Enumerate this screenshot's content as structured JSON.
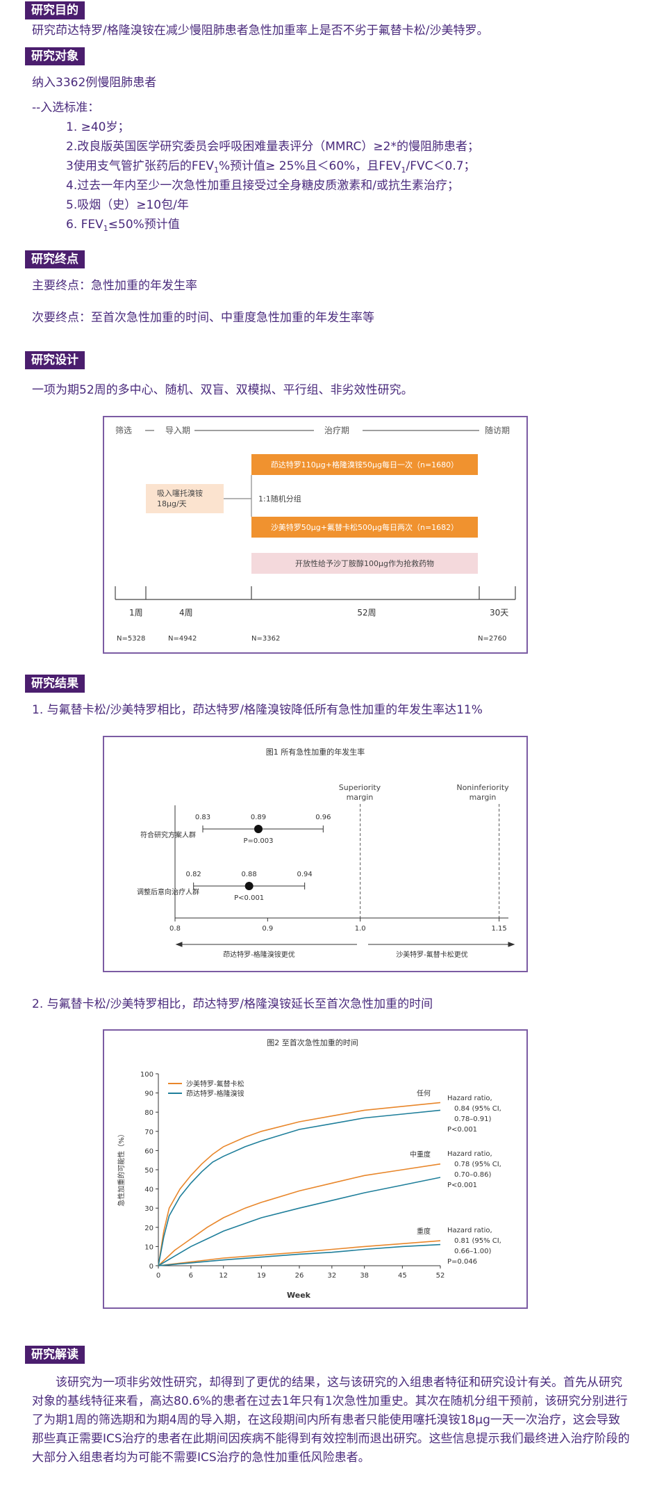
{
  "s1": {
    "heading": "研究目的",
    "text": "研究茚达特罗/格隆溴铵在减少慢阻肺患者急性加重率上是否不劣于氟替卡松/沙美特罗。"
  },
  "s2": {
    "heading": "研究对象",
    "enroll": "纳入3362例慢阻肺患者",
    "criteria_title": "--入选标准：",
    "c1": "1. ≥40岁；",
    "c2": "2.改良版英国医学研究委员会呼吸困难量表评分（MMRC）≥2*的慢阻肺患者；",
    "c3a": "3使用支气管扩张药后的FEV",
    "c3b": "1",
    "c3c": "%预计值≥ 25%且＜60%，且FEV",
    "c3d": "1",
    "c3e": "/FVC＜0.7；",
    "c4": "4.过去一年内至少一次急性加重且接受过全身糖皮质激素和/或抗生素治疗；",
    "c5": "5.吸烟（史）≥10包/年",
    "c6a": "6. FEV",
    "c6b": "1",
    "c6c": "≤50%预计值"
  },
  "s3": {
    "heading": "研究终点",
    "primary": "主要终点：急性加重的年发生率",
    "secondary": "次要终点：至首次急性加重的时间、中重度急性加重的年发生率等"
  },
  "s4": {
    "heading": "研究设计",
    "text": "一项为期52周的多中心、随机、双盲、双模拟、平行组、非劣效性研究。"
  },
  "design": {
    "phase_screen": "筛选",
    "phase_runin": "导入期",
    "phase_treat": "治疗期",
    "phase_follow": "随访期",
    "runin_box": [
      "吸入噻托溴铵",
      "18μg/天"
    ],
    "arm1": "茚达特罗110μg+格隆溴铵50μg每日一次（n=1680）",
    "random": "1:1随机分组",
    "arm2": "沙美特罗50μg+氟替卡松500μg每日两次（n=1682）",
    "rescue": "开放性给予沙丁胺醇100μg作为抢救药物",
    "w1": "1周",
    "w4": "4周",
    "w52": "52周",
    "d30": "30天",
    "n1": "N=5328",
    "n2": "N=4942",
    "n3": "N=3362",
    "n4": "N=2760"
  },
  "s5": {
    "heading": "研究结果",
    "r1": "1. 与氟替卡松/沙美特罗相比，茚达特罗/格隆溴铵降低所有急性加重的年发生率达11%",
    "r2": "2. 与氟替卡松/沙美特罗相比，茚达特罗/格隆溴铵延长至首次急性加重的时间"
  },
  "fig1": {
    "title": "图1  所有急性加重的年发生率",
    "sup": [
      "Superiority",
      "margin"
    ],
    "nonf": [
      "Noninferiority",
      "margin"
    ],
    "row1": {
      "label": "符合研究方案人群",
      "lo": 0.83,
      "est": 0.89,
      "hi": 0.96,
      "lo_t": "0.83",
      "est_t": "0.89",
      "hi_t": "0.96",
      "p": "P=0.003"
    },
    "row2": {
      "label": "调整后意向治疗人群",
      "lo": 0.82,
      "est": 0.88,
      "hi": 0.94,
      "lo_t": "0.82",
      "est_t": "0.88",
      "hi_t": "0.94",
      "p": "P<0.001"
    },
    "ticks": [
      {
        "v": 0.8,
        "t": "0.8"
      },
      {
        "v": 0.9,
        "t": "0.9"
      },
      {
        "v": 1.0,
        "t": "1.0"
      },
      {
        "v": 1.15,
        "t": "1.15"
      }
    ],
    "left_label": "茚达特罗-格隆溴铵更优",
    "right_label": "沙美特罗-氟替卡松更优"
  },
  "chart_data": {
    "type": "line",
    "title": "图2  至首次急性加重的时间",
    "xlabel": "Week",
    "ylabel": "急性加重的可能性（%）",
    "xlim": [
      0,
      52
    ],
    "ylim": [
      0,
      100
    ],
    "xticks": [
      0,
      6,
      12,
      19,
      26,
      32,
      38,
      45,
      52
    ],
    "yticks": [
      0,
      10,
      20,
      30,
      40,
      50,
      60,
      70,
      80,
      90,
      100
    ],
    "legend": [
      "沙美特罗-氟替卡松",
      "茚达特罗-格隆溴铵"
    ],
    "colors": {
      "sfc": "#e8862a",
      "ig": "#1e7e9a"
    },
    "groups": [
      {
        "label": "任何",
        "hr": [
          "Hazard ratio,",
          "0.84 (95% CI,",
          "0.78–0.91)",
          "P<0.001"
        ],
        "x": [
          0,
          1,
          2,
          4,
          6,
          8,
          10,
          12,
          16,
          19,
          26,
          32,
          38,
          45,
          52
        ],
        "sfc": [
          0,
          18,
          30,
          40,
          47,
          53,
          58,
          62,
          67,
          70,
          75,
          78,
          81,
          83,
          85
        ],
        "ig": [
          0,
          15,
          26,
          36,
          43,
          49,
          54,
          57,
          62,
          65,
          71,
          74,
          77,
          79,
          81
        ]
      },
      {
        "label": "中重度",
        "hr": [
          "Hazard ratio,",
          "0.78 (95% CI,",
          "0.70–0.86)",
          "P<0.001"
        ],
        "x": [
          0,
          3,
          6,
          9,
          12,
          16,
          19,
          26,
          32,
          38,
          45,
          52
        ],
        "sfc": [
          0,
          8,
          14,
          20,
          25,
          30,
          33,
          39,
          43,
          47,
          50,
          53
        ],
        "ig": [
          0,
          5,
          10,
          14,
          18,
          22,
          25,
          30,
          34,
          38,
          42,
          46
        ]
      },
      {
        "label": "重度",
        "hr": [
          "Hazard ratio,",
          "0.81 (95% CI,",
          "0.66–1.00)",
          "P=0.046"
        ],
        "x": [
          0,
          6,
          12,
          19,
          26,
          32,
          38,
          45,
          52
        ],
        "sfc": [
          0,
          2,
          4,
          5.5,
          7,
          8.5,
          10,
          11.5,
          13
        ],
        "ig": [
          0,
          1.5,
          3,
          4.5,
          6,
          7,
          8.5,
          10,
          11
        ]
      }
    ]
  },
  "s6": {
    "heading": "研究解读",
    "text": "该研究为一项非劣效性研究，却得到了更优的结果，这与该研究的入组患者特征和研究设计有关。首先从研究对象的基线特征来看，高达80.6%的患者在过去1年只有1次急性加重史。其次在随机分组干预前，该研究分别进行了为期1周的筛选期和为期4周的导入期，在这段期间内所有患者只能使用噻托溴铵18μg一天一次治疗，这会导致那些真正需要ICS治疗的患者在此期间因疾病不能得到有效控制而退出研究。这些信息提示我们最终进入治疗阶段的大部分入组患者均为可能不需要ICS治疗的急性加重低风险患者。"
  }
}
